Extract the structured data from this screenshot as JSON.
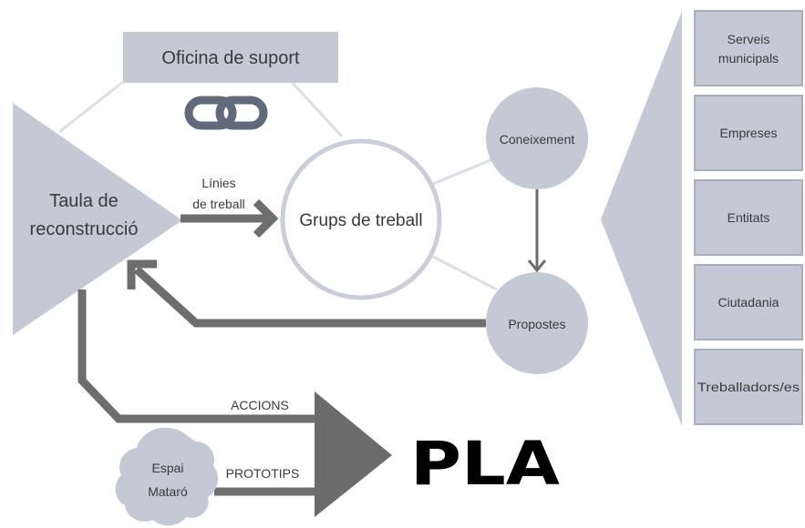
{
  "diagram": {
    "support_office": "Oficina de suport",
    "taula": {
      "line1": "Taula de",
      "line2": "reconstrucció"
    },
    "linies": {
      "line1": "Línies",
      "line2": "de treball"
    },
    "grups": "Grups de treball",
    "coneixement": "Coneixement",
    "propostes": "Propostes",
    "accions": "ACCIONS",
    "prototips": "PROTOTIPS",
    "espai": {
      "line1": "Espai",
      "line2": "Mataró"
    },
    "pla": "PLA",
    "stakeholders": [
      {
        "line1": "Serveis",
        "line2": "municipals"
      },
      {
        "line1": "Empreses",
        "line2": ""
      },
      {
        "line1": "Entitats",
        "line2": ""
      },
      {
        "line1": "Ciutadania",
        "line2": ""
      },
      {
        "line1": "Treballadors/es",
        "line2": ""
      }
    ],
    "colors": {
      "shape_fill": "#c4c9d6",
      "shape_stroke": "#a8aebd",
      "arrow": "#6e6e6e",
      "connector": "#dcdfe6",
      "text": "#3a3a3a"
    },
    "icons": {
      "link": "chain-link-icon"
    }
  }
}
